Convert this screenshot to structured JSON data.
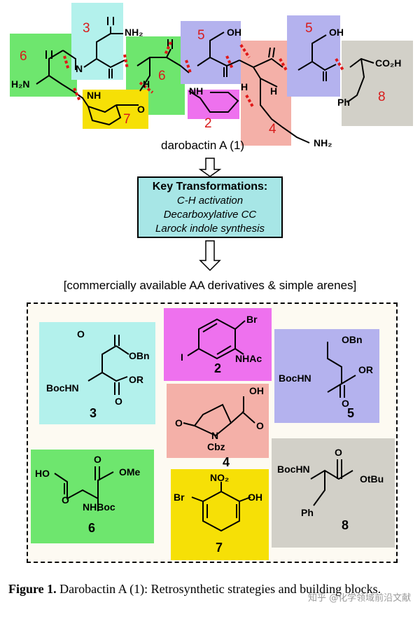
{
  "top_structure": {
    "title": "darobactin A (1)",
    "fragment_labels": [
      "6",
      "3",
      "6",
      "5",
      "5",
      "8",
      "7",
      "2",
      "4"
    ],
    "atoms": {
      "nh2_left": "H₂N",
      "nh2_asn": "NH₂",
      "oh_ser1": "OH",
      "oh_ser2": "OH",
      "co2h": "CO₂H",
      "nh2_lys": "NH₂",
      "ph": "Ph",
      "nh_indole1": "NH",
      "nh_indole2": "NH",
      "o_ether": "O",
      "h1": "H",
      "h2": "H",
      "h3": "H"
    }
  },
  "key_transformations": {
    "title": "Key Transformations:",
    "items": [
      "C-H activation",
      "Decarboxylative CC",
      "Larock indole synthesis"
    ]
  },
  "available_text": "[commercially available AA derivatives & simple arenes]",
  "building_blocks": [
    {
      "id": "3",
      "color": "#b3f1ec",
      "labels": [
        "OBn",
        "BocHN",
        "OR",
        "O",
        "O"
      ]
    },
    {
      "id": "2",
      "color": "#ee71ee",
      "labels": [
        "Br",
        "I",
        "NHAc"
      ]
    },
    {
      "id": "5",
      "color": "#b4b2ee",
      "labels": [
        "OBn",
        "BocHN",
        "OR",
        "O"
      ]
    },
    {
      "id": "4",
      "color": "#f4b0a8",
      "labels": [
        "OH",
        "O",
        "N",
        "Cbz",
        "O"
      ]
    },
    {
      "id": "6",
      "color": "#6ee66e",
      "labels": [
        "HO",
        "OMe",
        "NHBoc",
        "O",
        "O"
      ]
    },
    {
      "id": "7",
      "color": "#f6e006",
      "labels": [
        "NO₂",
        "Br",
        "OH"
      ]
    },
    {
      "id": "8",
      "color": "#d2d0c8",
      "labels": [
        "BocHN",
        "OtBu",
        "Ph",
        "O"
      ]
    }
  ],
  "caption": {
    "bold": "Figure 1.",
    "text": " Darobactin A (1): Retrosynthetic strategies and building blocks."
  },
  "watermark": "知乎 @化学领域前沿文献"
}
